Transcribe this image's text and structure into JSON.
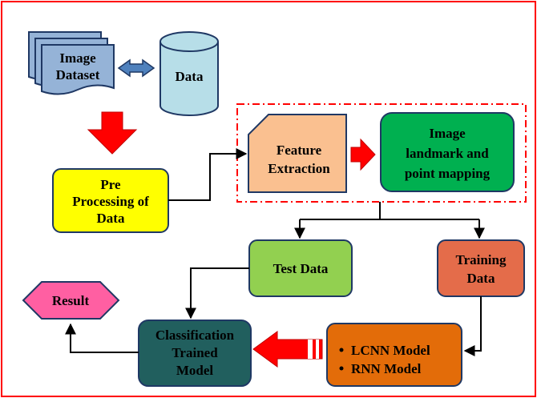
{
  "diagram": {
    "nodes": {
      "image_dataset": {
        "lines": [
          "Image",
          "Dataset"
        ],
        "fill": "#95b3d7"
      },
      "data_store": {
        "lines": [
          "Data"
        ],
        "fill": "#b7dee8"
      },
      "pre_processing": {
        "lines": [
          "Pre",
          "Processing of",
          "Data"
        ],
        "fill": "#ffff00"
      },
      "feature_extraction": {
        "lines": [
          "Feature",
          "Extraction"
        ],
        "fill": "#fac090"
      },
      "landmark_mapping": {
        "lines": [
          "Image",
          "landmark and",
          "point mapping"
        ],
        "fill": "#00b050"
      },
      "test_data": {
        "lines": [
          "Test Data"
        ],
        "fill": "#92d050"
      },
      "training_data": {
        "lines": [
          "Training",
          "Data"
        ],
        "fill": "#e46c4a"
      },
      "models": {
        "lines": [
          "LCNN Model",
          "RNN Model"
        ],
        "fill": "#e36c09"
      },
      "classification": {
        "lines": [
          "Classification",
          "Trained",
          "Model"
        ],
        "fill": "#215f5e"
      },
      "result": {
        "lines": [
          "Result"
        ],
        "fill": "#ff5fa2"
      }
    },
    "colors": {
      "frame": "#ff0000",
      "connector": "#000000",
      "red_arrow": "#ff0000",
      "double_arrow": "#4f81bd",
      "group_border": "#ff0000"
    }
  }
}
